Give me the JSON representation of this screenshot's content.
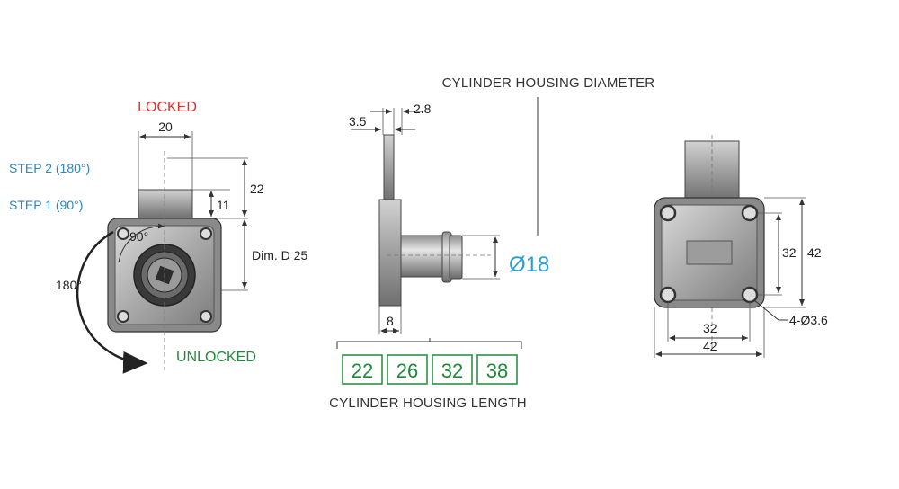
{
  "colors": {
    "locked": "#e03030",
    "unlocked": "#1f8a3a",
    "step": "#2e86c1",
    "diameter": "#2a9fd6",
    "length_box": "#1f8a3a"
  },
  "front_view": {
    "state_locked": "LOCKED",
    "state_unlocked": "UNLOCKED",
    "step2": "STEP 2 (180°)",
    "step1": "STEP 1 (90°)",
    "dim_width": "20",
    "dim_height": "22",
    "dim_step": "11",
    "dim_body": "Dim. D 25",
    "angle_90": "90°",
    "angle_180": "180°"
  },
  "side_view": {
    "dim_3_5": "3.5",
    "dim_2_8": "2.8",
    "dim_8": "8",
    "diameter_title": "CYLINDER HOUSING DIAMETER",
    "diameter_value": "Ø18",
    "length_title": "CYLINDER HOUSING LENGTH",
    "lengths": [
      "22",
      "26",
      "32",
      "38"
    ]
  },
  "back_view": {
    "dim_inner_v": "32",
    "dim_outer_v": "42",
    "dim_inner_h": "32",
    "dim_outer_h": "42",
    "holes": "4-Ø3.6"
  }
}
